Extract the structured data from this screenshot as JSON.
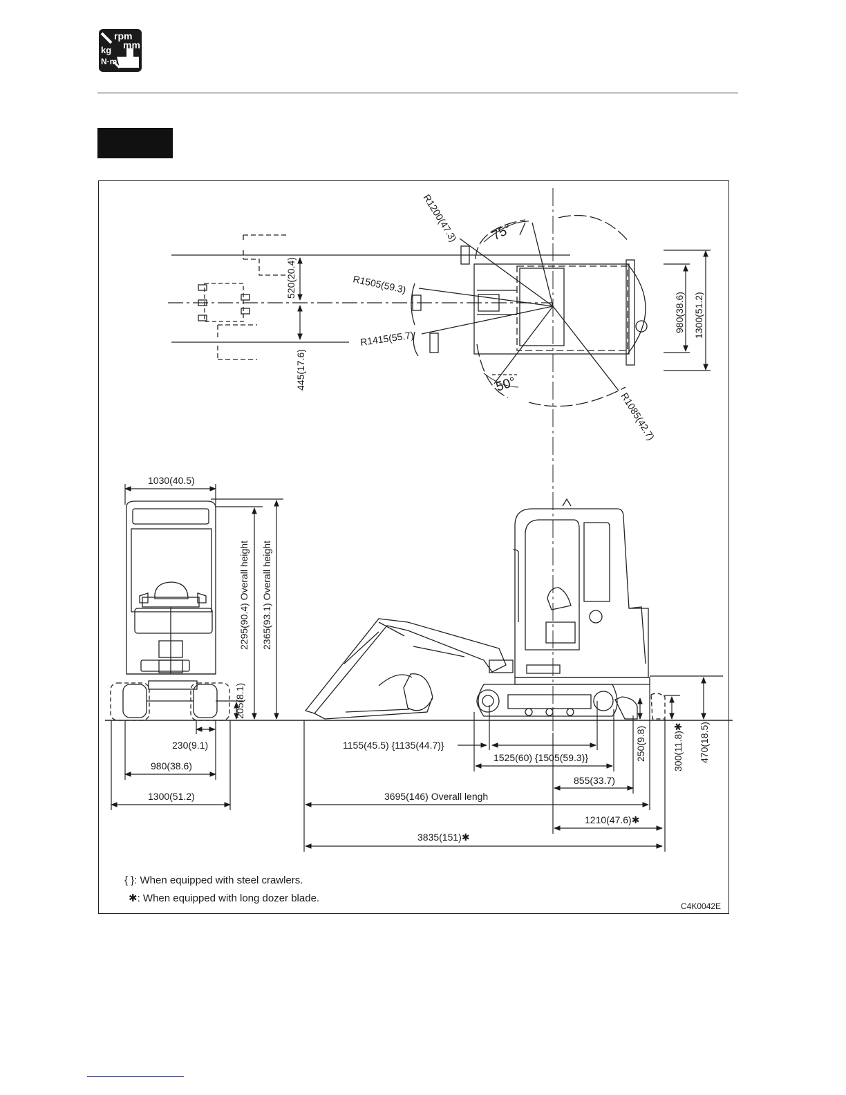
{
  "header": {
    "logo_icon": "maintenance-units-icon",
    "logo_labels": {
      "rpm": "rpm",
      "mm": "mm",
      "kg": "kg",
      "nm": "N·m"
    }
  },
  "figure": {
    "code": "C4K0042E",
    "top_view": {
      "boom_offset_right": "520(20.4)",
      "boom_offset_left": "445(17.6)",
      "radius_front": "R1200(47.3)",
      "radius_front_swing": "R1505(59.3)",
      "radius_front_swing_alt": "R1415(55.7)",
      "radius_rear": "R1085(42.7)",
      "swing_angle_right": "75°",
      "swing_angle_left": "50°",
      "track_gauge": "980(38.6)",
      "overall_width": "1300(51.2)"
    },
    "front_view": {
      "cab_width": "1030(40.5)",
      "overall_height": "2295(90.4) Overall height",
      "overall_height_alt": "2365(93.1) Overall height",
      "ground_clearance": "205(8.1)",
      "shoe_width": "230(9.1)",
      "track_gauge": "980(38.6)",
      "overall_width": "1300(51.2)"
    },
    "side_view": {
      "sprocket_to_center": "1155(45.5)  {1135(44.7)}",
      "tumbler_distance": "1525(60)  {1505(59.3)}",
      "rear_swing": "855(33.7)",
      "overall_length": "3695(146) Overall lengh",
      "blade_distance": "1210(47.6)✱",
      "overall_length_long_blade": "3835(151)✱",
      "blade_lift": "250(9.8)",
      "blade_lift_long": "300(11.8)✱",
      "blade_height": "470(18.5)"
    },
    "notes": {
      "braces_note": "{  }: When equipped with steel crawlers.",
      "asterisk_mark": "✱",
      "asterisk_note": ": When equipped with long dozer blade."
    }
  }
}
